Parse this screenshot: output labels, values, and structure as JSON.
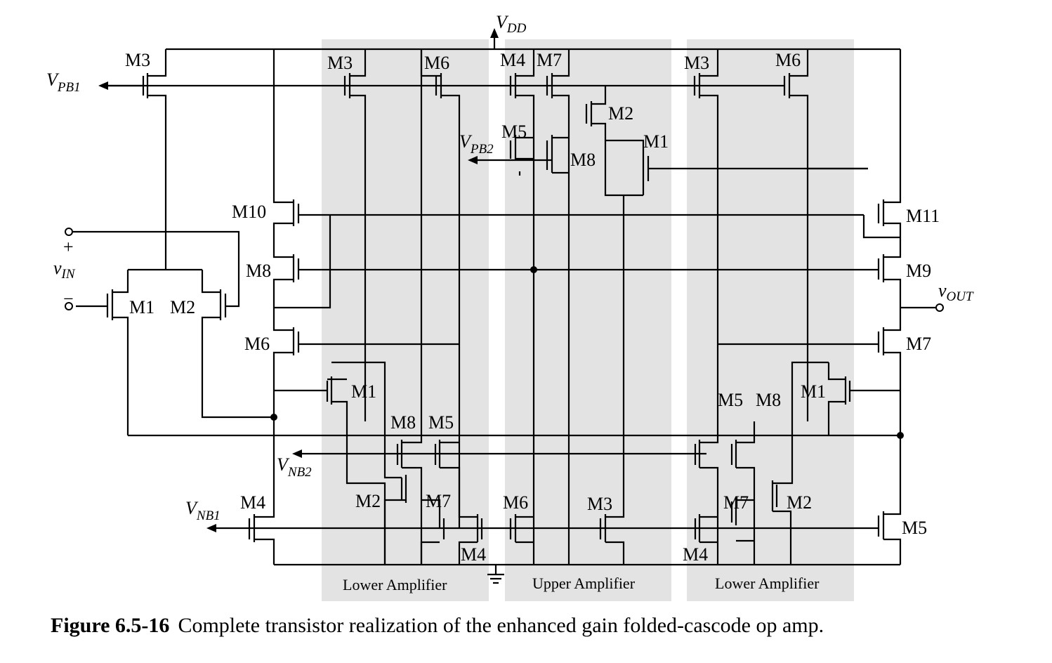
{
  "caption": {
    "number": "Figure 6.5-16",
    "text": "Complete transistor realization of the enhanced gain folded-cascode op amp."
  },
  "regions": {
    "lower_left": "Lower Amplifier",
    "upper": "Upper Amplifier",
    "lower_right": "Lower Amplifier"
  },
  "supplies": {
    "vdd_main": "V",
    "vdd_sub": "DD"
  },
  "terminals": {
    "vpb1_main": "V",
    "vpb1_sub": "PB1",
    "vpb2_main": "V",
    "vpb2_sub": "PB2",
    "vnb1_main": "V",
    "vnb1_sub": "NB1",
    "vnb2_main": "V",
    "vnb2_sub": "NB2",
    "vin_main": "v",
    "vin_sub": "IN",
    "vout_main": "v",
    "vout_sub": "OUT",
    "plus": "+",
    "minus": "−"
  },
  "main_amp": {
    "M1": "M1",
    "M2": "M2",
    "M3": "M3",
    "M4": "M4",
    "M5": "M5",
    "M6": "M6",
    "M7": "M7",
    "M8": "M8",
    "M9": "M9",
    "M10": "M10",
    "M11": "M11"
  },
  "lower_left_amp": {
    "M1": "M1",
    "M2": "M2",
    "M3": "M3",
    "M4": "M4",
    "M5": "M5",
    "M6": "M6",
    "M7": "M7",
    "M8": "M8"
  },
  "upper_amp": {
    "M1": "M1",
    "M2": "M2",
    "M3": "M3",
    "M4": "M4",
    "M5": "M5",
    "M6": "M6",
    "M7": "M7",
    "M8": "M8"
  },
  "lower_right_amp": {
    "M1": "M1",
    "M2": "M2",
    "M3": "M3",
    "M4": "M4",
    "M5": "M5",
    "M6": "M6",
    "M7": "M7",
    "M8": "M8"
  }
}
